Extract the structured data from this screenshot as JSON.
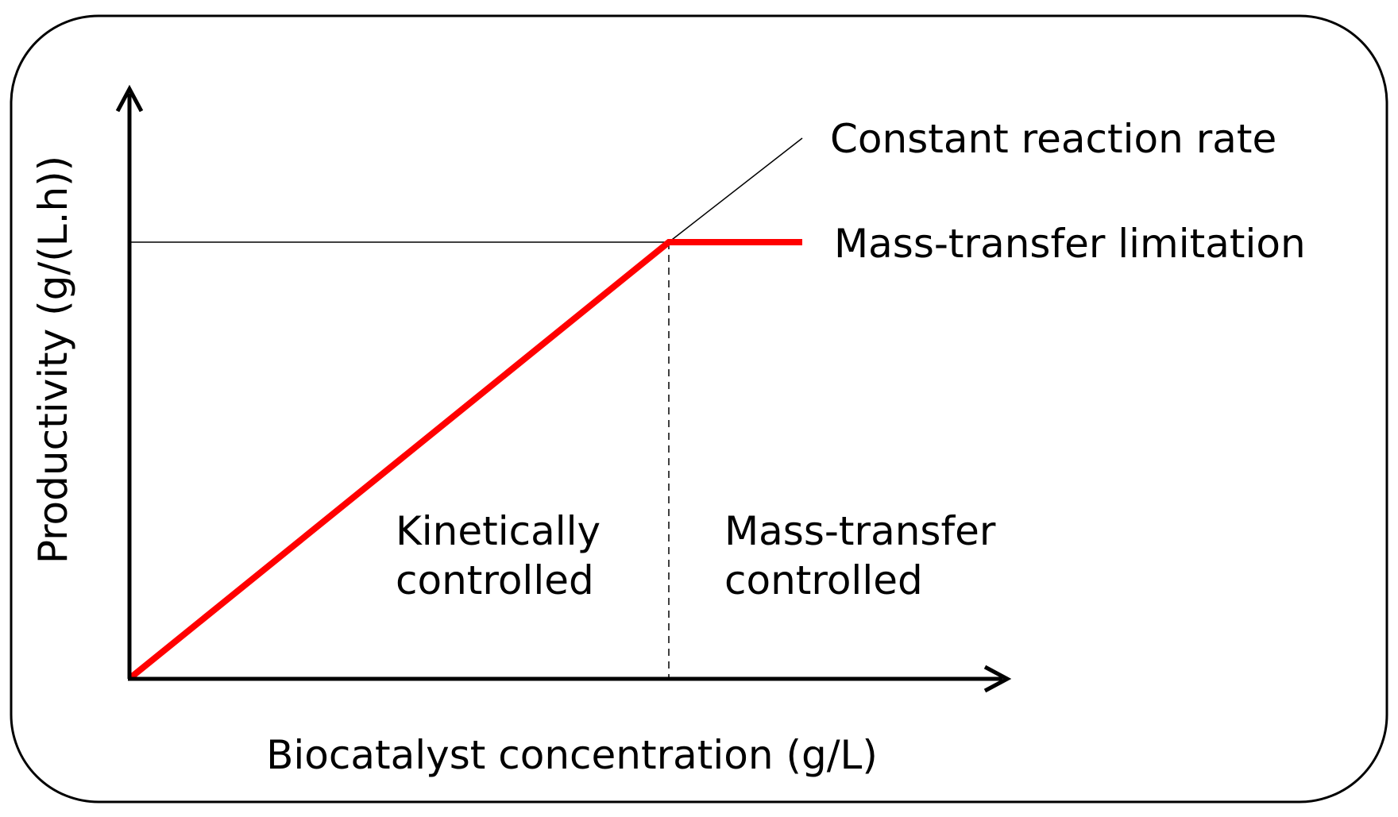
{
  "diagram": {
    "y_axis_label": "Productivity (g/(L.h))",
    "x_axis_label": "Biocatalyst concentration (g/L)",
    "labels": {
      "constant_rate": "Constant reaction rate",
      "mass_transfer_limitation": "Mass-transfer limitation",
      "region_left_line1": "Kinetically",
      "region_left_line2": "controlled",
      "region_right_line1": "Mass-transfer",
      "region_right_line2": "controlled"
    },
    "colors": {
      "frame": "#000000",
      "axes": "#000000",
      "productivity_curve": "#ff0000",
      "guide_lines": "#000000",
      "text": "#000000"
    }
  }
}
